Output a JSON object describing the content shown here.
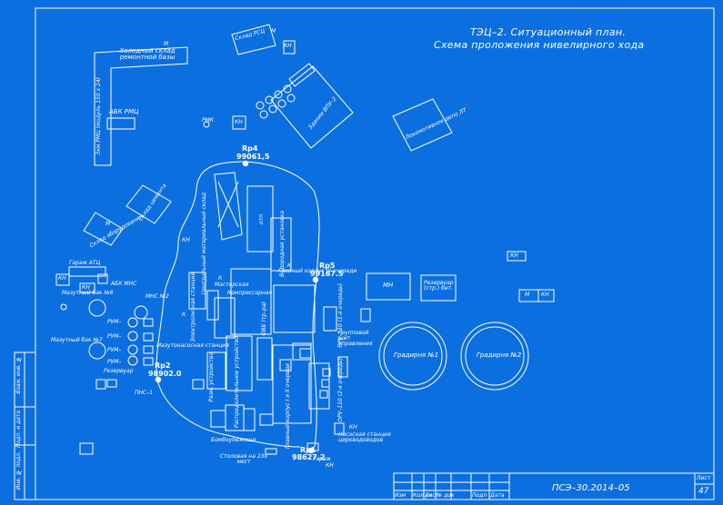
{
  "title": {
    "line1": "ТЭЦ–2. Ситуационный план.",
    "line2": "Схема проложения нивелирного хода"
  },
  "stamp": {
    "code": "ПСЭ–30.2014–05",
    "sheet_label": "Лист",
    "sheet_no": "47",
    "cols": [
      "Изм",
      "Кол уч",
      "Лист",
      "№ док",
      "Подп",
      "Дата"
    ]
  },
  "side_stamp": [
    "Инв. № подл.",
    "Подп. и дата",
    "Взам. инв. №"
  ],
  "benchmarks": {
    "rp4": {
      "name": "Rp4",
      "value": "99061,5"
    },
    "rp5": {
      "name": "Rp5",
      "value": "99167.5"
    },
    "rp2": {
      "name": "Rp2",
      "value": "98902.0"
    },
    "rp1": {
      "name": "Rp1",
      "value": "98627.2"
    }
  },
  "labels": {
    "warehouse_repair": "Холодный склад ремонтной базы",
    "abk_rmc": "АБК РМЦ",
    "rmc_frame": "Зкм РМЦ (модуль 150 х 24)",
    "warehouse_rsc": "Склад РСЦ",
    "building_vpu": "Здание ВПУ–2",
    "depot": "Локомотивное депо ЛТ",
    "warehouse_cement": "Склад цемента",
    "warehouse_equipment": "Склад оборудования",
    "warehouse_materials": "Центральный материальный склад",
    "garage_atc": "Гараж АТЦ",
    "garage_abk": "АБК МНС",
    "mns2": "МНС №2",
    "oil_tank6": "Мазутный бак №6",
    "oil_tank7": "Мазутный бак №7",
    "rvm": "РУМ–",
    "reservoir": "Резервуар",
    "pns1": "ПНС–1",
    "pump_station": "Мазутонасосная станция",
    "main_corpus": "Главный корпус III очереди",
    "main_corpus2": "Главный корпус I и II очереди",
    "workshops": "Мастерская",
    "compressor": "Компрессорная",
    "group_shield": "Групповой щит управления",
    "oru110_1": "ОРУ–110 (1-я очередь)",
    "oru110_2": "ОРУ–110 (2-я очередь)",
    "water_tower": "Водородная установка",
    "mn": "МН",
    "reservoir_steel": "Резервуар (стр.) бет.",
    "cooling1": "Градирня №1",
    "cooling2": "Градирня №2",
    "pump_circ": "Насосная станция циркводоводов",
    "canteen": "Столовая на 230 мест",
    "bath": "Бомбоубежище",
    "garage": "Гараж",
    "kn": "КН",
    "m": "М",
    "k": "К",
    "rp_mark": "РМК",
    "otp": "отп",
    "razm": "Разм. устройство",
    "raspr": "Распределительное устройство",
    "electro": "Электролизная станция",
    "obb": "ОВБ (тр–ра)"
  }
}
